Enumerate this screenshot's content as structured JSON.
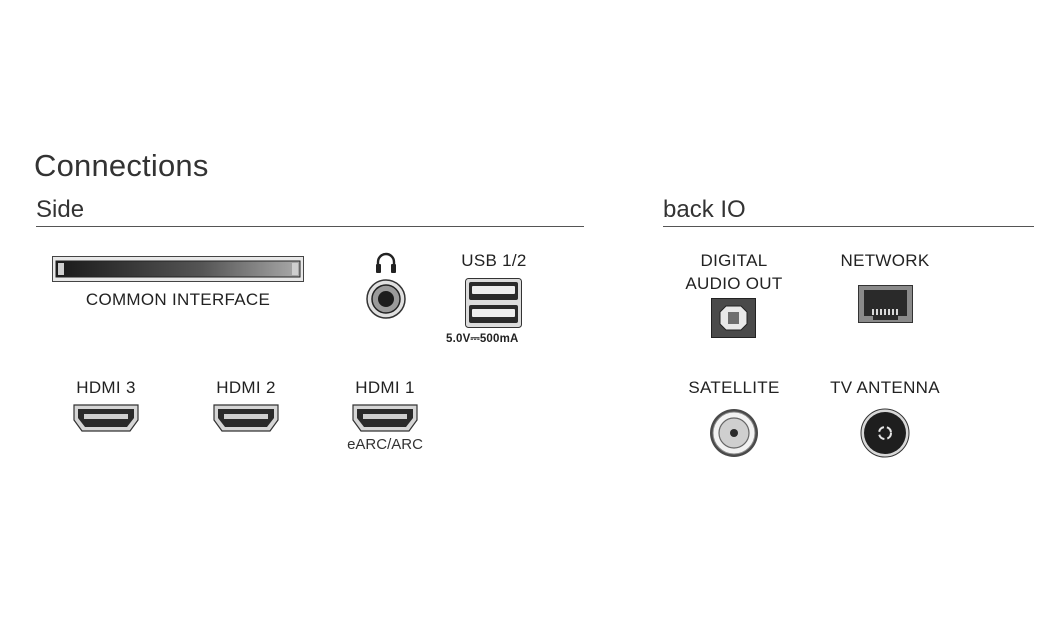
{
  "title": "Connections",
  "sections": {
    "side": "Side",
    "back": "back IO"
  },
  "side": {
    "common_interface": "COMMON INTERFACE",
    "headphone_icon": "headphone-icon",
    "usb": {
      "label": "USB 1/2",
      "rating": "5.0V⎓500mA"
    },
    "hdmi3": "HDMI 3",
    "hdmi2": "HDMI 2",
    "hdmi1": {
      "label": "HDMI 1",
      "sub": "eARC/ARC"
    }
  },
  "back": {
    "digital_audio": {
      "line1": "DIGITAL",
      "line2": "AUDIO OUT"
    },
    "network": "NETWORK",
    "satellite": "SATELLITE",
    "tv_antenna": "TV ANTENNA"
  },
  "colors": {
    "port_dark": "#2b2b2b",
    "port_mid": "#8a8a8a",
    "port_light": "#d9d9d9",
    "rule": "#555555"
  }
}
